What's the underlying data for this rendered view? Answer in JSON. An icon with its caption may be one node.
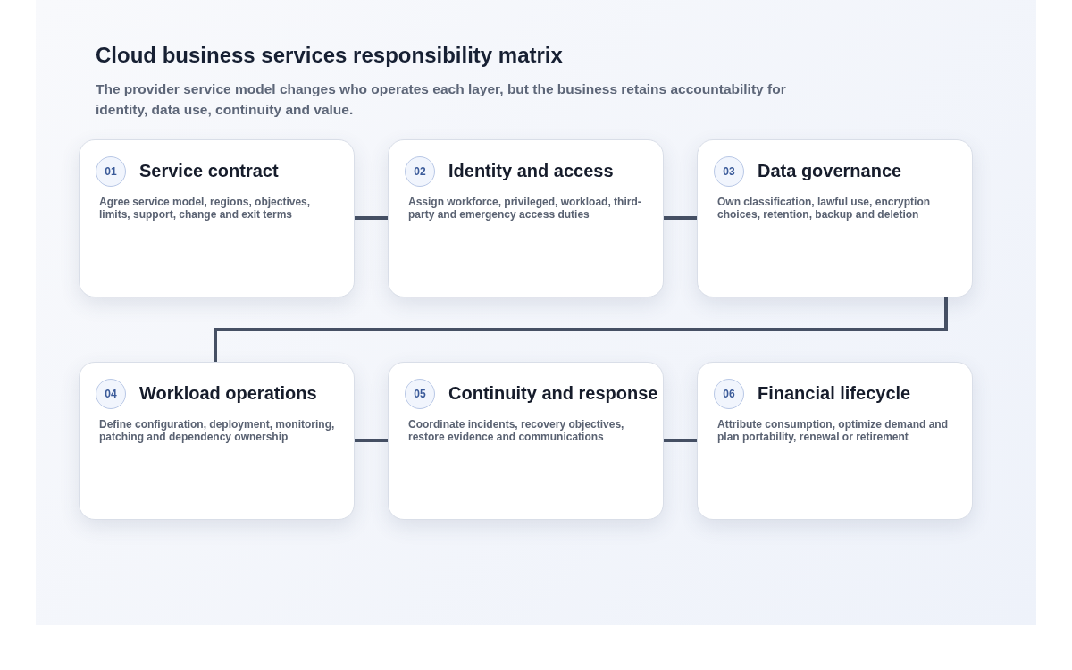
{
  "diagram": {
    "title": "Cloud business services responsibility matrix",
    "caption": "The provider service model changes who operates each layer, but the business retains accountability for identity, data use, continuity and value.",
    "nodes": [
      {
        "text": [
          "01",
          "Service contract",
          "Agree service model, regions, objectives, limits, support, change and exit terms"
        ]
      },
      {
        "text": [
          "02",
          "Identity and access",
          "Assign workforce, privileged, workload, third-party and emergency access duties"
        ]
      },
      {
        "text": [
          "03",
          "Data governance",
          "Own classification, lawful use, encryption choices, retention, backup and deletion"
        ]
      },
      {
        "text": [
          "04",
          "Workload operations",
          "Define configuration, deployment, monitoring, patching and dependency ownership"
        ]
      },
      {
        "text": [
          "05",
          "Continuity and response",
          "Coordinate incidents, recovery objectives, restore evidence and communications"
        ]
      },
      {
        "text": [
          "06",
          "Financial lifecycle",
          "Attribute consumption, optimize demand and plan portability, renewal or retirement"
        ]
      }
    ],
    "edges": [
      {
        "from": 0,
        "to": 1,
        "arrow": "none"
      },
      {
        "from": 1,
        "to": 2,
        "arrow": "none"
      },
      {
        "from": 2,
        "to": 3,
        "arrow": "none"
      },
      {
        "from": 3,
        "to": 4,
        "arrow": "none"
      },
      {
        "from": 4,
        "to": 5,
        "arrow": "none"
      }
    ]
  }
}
